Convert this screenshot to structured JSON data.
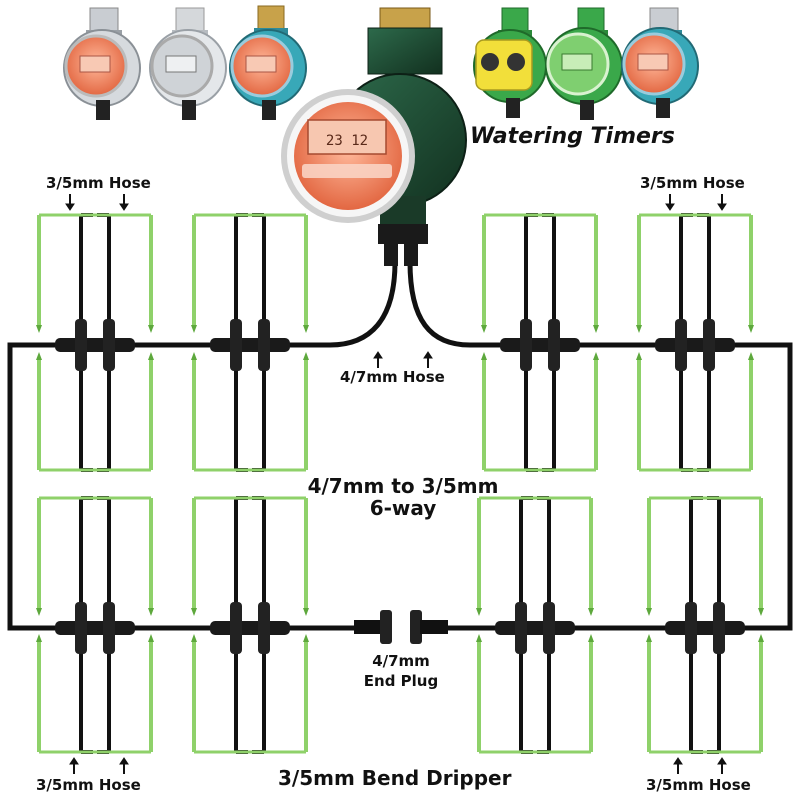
{
  "labels": {
    "watering_timers": "Watering Timers",
    "hose_35_top_left": "3/5mm Hose",
    "hose_35_top_right": "3/5mm Hose",
    "hose_47_center": "4/7mm Hose",
    "six_way_line1": "4/7mm to 3/5mm",
    "six_way_line2": "6-way",
    "end_plug_line1": "4/7mm",
    "end_plug_line2": "End Plug",
    "hose_35_bottom_left": "3/5mm Hose",
    "hose_35_bottom_right": "3/5mm Hose",
    "bend_drippers": "3/5mm Bend Dripper"
  },
  "timer_display": "23 12",
  "colors": {
    "hose": "#111111",
    "dripper": "#8fd16a",
    "dripper_dark": "#5da83c",
    "timer_body_green": "#1f4a35",
    "timer_face_orange": "#f07850",
    "timer_brass": "#c8a24a",
    "timer_gray": "#d9dde2",
    "timer_teal": "#38a8b8",
    "timer_yellow": "#f2df3a",
    "timer_bright_green": "#3aa84a"
  }
}
